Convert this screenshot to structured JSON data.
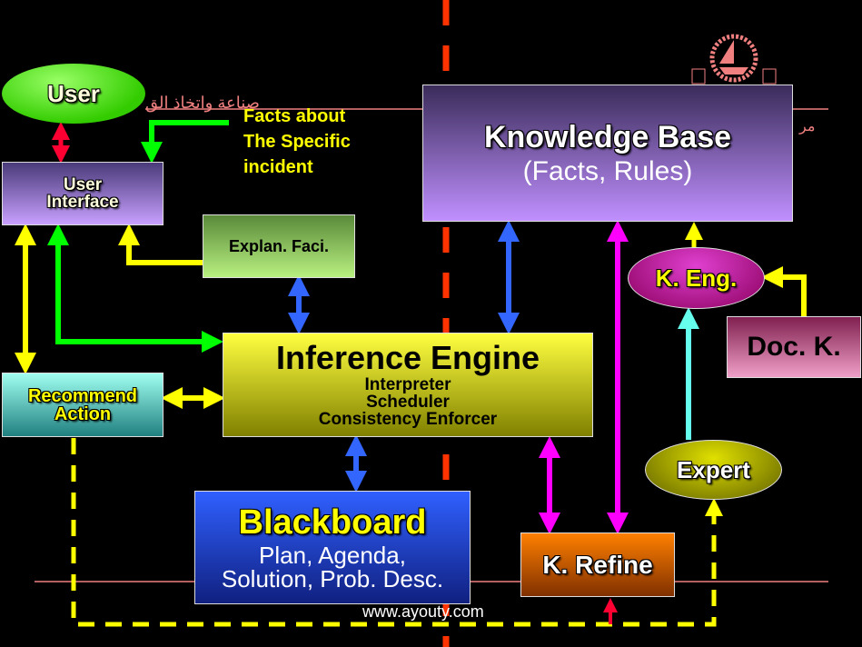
{
  "nodes": {
    "user": "User",
    "user_interface": [
      "User",
      "Interface"
    ],
    "facts": [
      "Facts about",
      "The Specific",
      "incident"
    ],
    "explanation": "Explan. Faci.",
    "knowledge_base": {
      "title": "Knowledge Base",
      "subtitle": "(Facts, Rules)"
    },
    "k_eng": "K. Eng.",
    "doc_k": "Doc. K.",
    "inference_engine": {
      "title": "Inference Engine",
      "lines": [
        "Interpreter",
        "Scheduler",
        "Consistency Enforcer"
      ]
    },
    "recommend_action": [
      "Recommend",
      "Action"
    ],
    "expert": "Expert",
    "blackboard": {
      "title": "Blackboard",
      "lines": [
        "Plan, Agenda,",
        "Solution, Prob. Desc."
      ]
    },
    "k_refine": "K. Refine"
  },
  "background": {
    "arabic_fragment": "صناعة واتخاذ الق",
    "arabic_right": "مر",
    "website": "www.ayouty.com",
    "logo": "university-emblem"
  },
  "colors": {
    "green_arrow": "#00ff00",
    "yellow_arrow": "#ffff00",
    "blue_arrow": "#3366ff",
    "magenta_arrow": "#ff00ff",
    "red_arrow": "#ff0033",
    "cyan_arrow": "#66ffee",
    "divider": "#ff3300"
  }
}
